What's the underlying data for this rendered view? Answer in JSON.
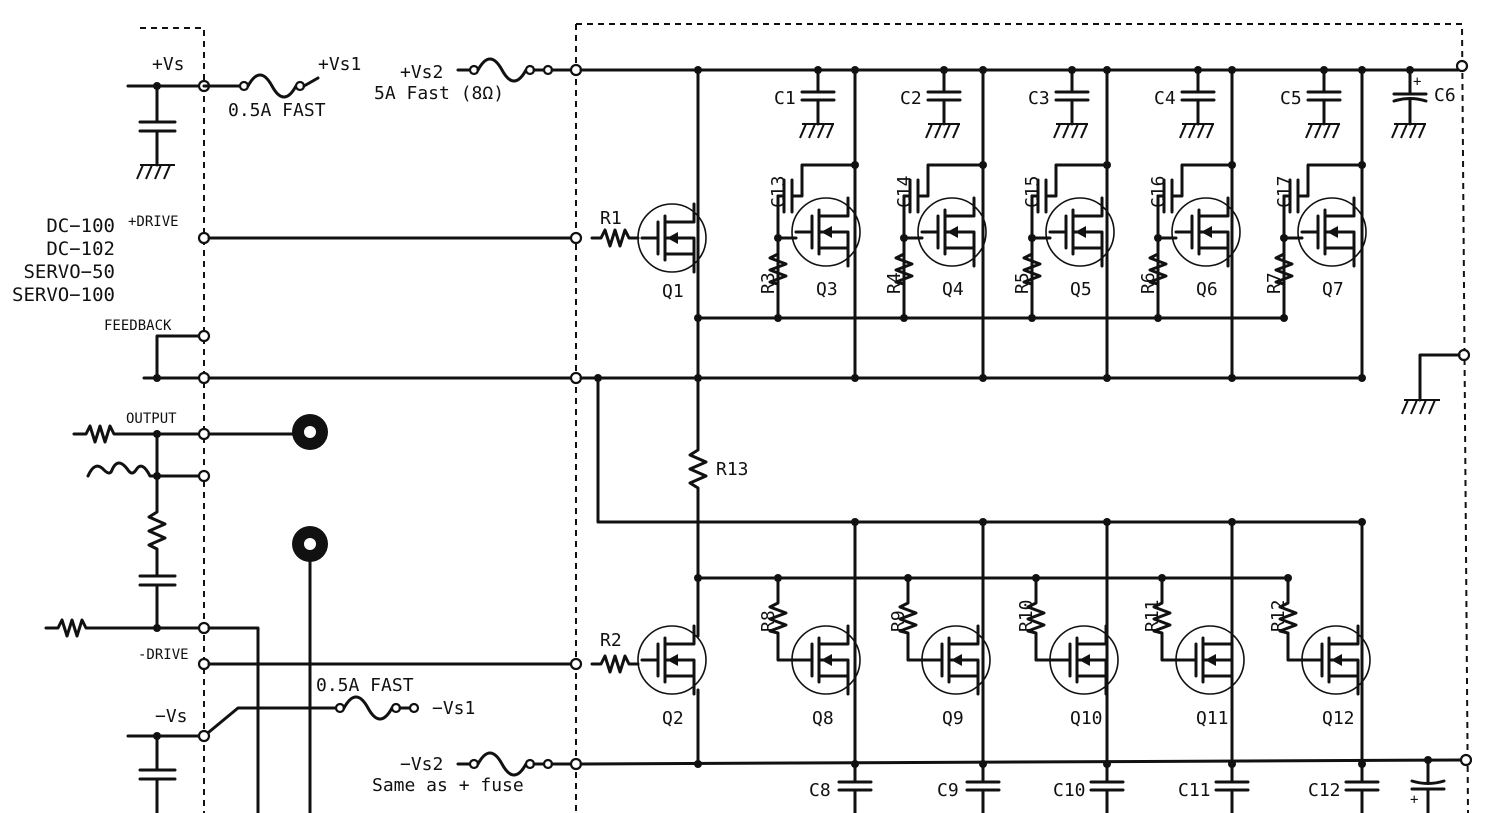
{
  "left_connector": {
    "vs_pos": "+Vs",
    "vs_neg": "−Vs",
    "drive_pos": "+DRIVE",
    "drive_neg": "-DRIVE",
    "feedback": "FEEDBACK",
    "output": "OUTPUT",
    "models": [
      "DC−100",
      "DC−102",
      "SERVO−50",
      "SERVO−100"
    ]
  },
  "fuses": {
    "vs1_pos_label": "+Vs1",
    "vs1_pos_rating": "0.5A FAST",
    "vs1_neg_label": "−Vs1",
    "vs1_neg_rating": "0.5A FAST",
    "vs2_pos_label": "+Vs2",
    "vs2_pos_rating": "5A Fast (8Ω)",
    "vs2_neg_label": "−Vs2",
    "vs2_neg_rating": "Same as + fuse"
  },
  "upper_bank": {
    "input_resistor": "R1",
    "driver": "Q1",
    "transistors": [
      "Q3",
      "Q4",
      "Q5",
      "Q6",
      "Q7"
    ],
    "gate_resistors": [
      "R3",
      "R4",
      "R5",
      "R6",
      "R7"
    ],
    "gate_caps": [
      "C13",
      "C14",
      "C15",
      "C16",
      "C17"
    ],
    "bypass_caps": [
      "C1",
      "C2",
      "C3",
      "C4",
      "C5"
    ],
    "electrolytic": "C6"
  },
  "lower_bank": {
    "input_resistor": "R2",
    "driver": "Q2",
    "transistors": [
      "Q8",
      "Q9",
      "Q10",
      "Q11",
      "Q12"
    ],
    "gate_resistors": [
      "R8",
      "R9",
      "R10",
      "R11",
      "R12"
    ],
    "bypass_caps": [
      "C8",
      "C9",
      "C10",
      "C11",
      "C12"
    ]
  },
  "bias_resistor": "R13",
  "electrolytic_plus": "+"
}
